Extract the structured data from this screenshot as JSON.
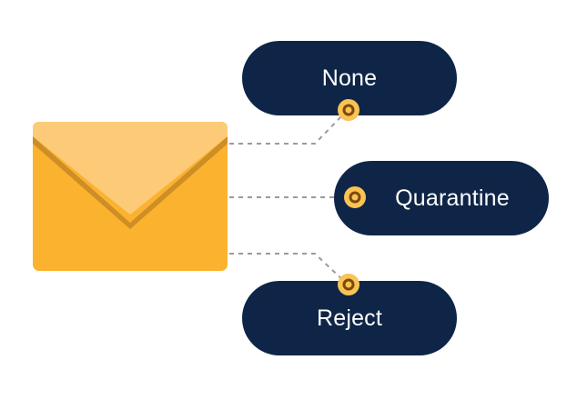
{
  "diagram": {
    "options": [
      {
        "id": "none",
        "label": "None"
      },
      {
        "id": "quarantine",
        "label": "Quarantine"
      },
      {
        "id": "reject",
        "label": "Reject"
      }
    ]
  },
  "colors": {
    "pill_background": "#0f2547",
    "pill_text": "#ffffff",
    "connector_dot_fill": "#fbc254",
    "connector_dot_ring": "#7a4a0c",
    "dashed_line": "#9a9a9a",
    "envelope_body": "#fbb22f",
    "envelope_flap": "#fdcb78",
    "envelope_shadow": "#c88a25"
  },
  "icons": {
    "envelope": "envelope-icon",
    "connector": "connector-dot-icon"
  }
}
